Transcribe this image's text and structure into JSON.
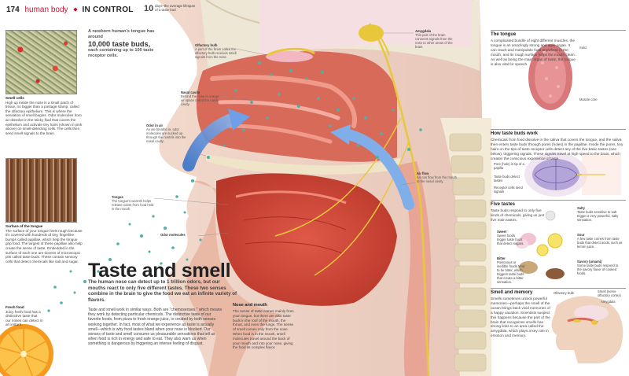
{
  "header": {
    "page_number": "174",
    "section": "human body",
    "chapter": "IN CONTROL"
  },
  "fact": {
    "number": "10",
    "text": "days–the average lifespan of a taste bud"
  },
  "intro": {
    "lead": "A newborn human's tongue has around",
    "highlight": "10,000 taste buds,",
    "tail": "each containing up to 100 taste receptor cells."
  },
  "captions": {
    "smell_cells": {
      "title": "Smell cells",
      "text": "High up inside the nose is a small patch of tissue, no bigger than a postage stamp, called the olfactory epithelium. This is where the sensation of smell begins. Odor molecules from air dissolve in the sticky fluid that covers the epithelium and activate tiny hairs (shown in pink above) on smell-detecting cells. The cells then send smell signals to the brain."
    },
    "tongue_surface": {
      "title": "Surface of the tongue",
      "text": "The surface of your tongue feels rough because it's covered with hundreds of tiny, fingerlike bumps called papillae, which help the tongue grip food. The largest of these papillae also help create the sense of taste. Embedded in the surface of each one are dozens of microscopic pits called taste buds. These contain sensory cells that detect chemicals like salt and sugar."
    },
    "fresh_food": {
      "title": "Fresh food",
      "text": "Juicy fresh food has a distinctive taste that our noses can detect in an instant."
    }
  },
  "labels": {
    "olfactory_bulb": {
      "title": "Olfactory bulb",
      "text": "A part of the brain called the olfactory bulb receives smell signals from the nose"
    },
    "nasal_cavity": {
      "title": "Nasal cavity",
      "text": "Behind the nose is a large air space called the nasal cavity."
    },
    "odor_in_air": {
      "title": "Odor in air",
      "text": "As we breathe in, odor molecules are sucked up through the nostrils into the nasal cavity."
    },
    "tongue": {
      "title": "Tongue",
      "text": "The tongue's warmth helps release odors from food held in the mouth."
    },
    "odor_molecules": {
      "title": "Odor molecules",
      "text": ""
    },
    "amygdala": {
      "title": "Amygdala",
      "text": "This part of the brain connects signals from the nose to other areas of the brain."
    },
    "air_flow": {
      "title": "Air flow",
      "text": "Air can flow from the mouth to the nasal cavity."
    }
  },
  "main": {
    "headline": "Taste and smell",
    "deck": "The human nose can detect up to 1 trillion odors, but our mouths react to only five different tastes. These two senses combine in the brain to give the food we eat an infinite variety of flavors.",
    "body": "Taste and smell work in similar ways. Both are \"chemosenses,\" which means they work by detecting particular chemicals. The distinctive taste of our favorite foods, from pizza to fresh orange juice, is created by both senses working together. In fact, most of what we experience as taste is actually smell—which is why food tastes bland when your nose is blocked. Our senses of taste and smell consume us pleasurable sensations that tell us when food is rich in energy and safe to eat. They also warn us when something is dangerous by triggering an intense feeling of disgust.",
    "nose_mouth_title": "Nose and mouth",
    "nose_mouth_text": "The sense of taste comes mainly from your tongue, but there are also taste buds in the roof of the mouth, the throat, and even the lungs. The sense of smell comes only from the nose. When food is in the mouth, smell molecules travel around the back of your mouth and into your nose, giving the food its complex flavor."
  },
  "sidebar": {
    "tongue": {
      "title": "The tongue",
      "text": "A complicated bundle of eight different muscles, the tongue is an amazingly strong and agile organ. It can reach and manipulate food anywhere in the mouth, and its rough surface helps the mouth clean. As well as being the main organ of taste, the tongue is also vital for speech.",
      "label_sulci": "Sulci",
      "label_muscle": "Muscle core"
    },
    "taste_buds": {
      "title": "How taste buds work",
      "text": "Chemicals from food dissolve in the saliva that covers the tongue, and the saliva then enters taste buds through pores (holes) in the papillae. Inside the pores, tiny hairs on the tips of taste receptor cells detect any of the five basic tastes (see below), triggering signals. These signals travel at high speed to the brain, which creates the conscious experience of taste.",
      "label_pore": "Pore (hole) in tip of a papilla",
      "label_buds": "Taste buds detect tastes",
      "label_receptor": "Receptor cells send signals"
    },
    "five_tastes": {
      "title": "Five tastes",
      "text": "Taste buds respond to only five kinds of chemicals, giving us just five main tastes.",
      "items": [
        {
          "name": "Salty",
          "text": "Taste buds sensitive to salt trigger a very powerful, salty sensation."
        },
        {
          "name": "Sweet",
          "text": "Sweet foods trigger taste buds that detect sugars."
        },
        {
          "name": "Sour",
          "text": "A few taste comes from taste buds that detect acids, such as lemon juice."
        },
        {
          "name": "Bitter",
          "text": "Poisonous or inedible foods tend to be bitter, which triggers taste buds that create a bitter sensation."
        },
        {
          "name": "Savory (umami)",
          "text": "Some taste buds respond to the savory flavor of cooked foods."
        }
      ]
    },
    "smell_memory": {
      "title": "Smell and memory",
      "text": "Smells sometimes unlock powerful memories—perhaps the smell of the ocean brings back vivid memories of a happy vacation. Scientists suspect this happens because the part of the brain that recognizes smells has strong links to an area called the amygdala, which plays a key role in emotion and memory.",
      "label_bulb": "Olfactory bulb",
      "label_smell": "Smell (nerve olfactory cortex)",
      "label_amygdala": "Amygdala"
    }
  },
  "colors": {
    "accent": "#c8102e",
    "muscle": "#c84a3a",
    "bone": "#ece6d4",
    "nerve": "#e8c83a",
    "dots": "#4fb0a6"
  }
}
